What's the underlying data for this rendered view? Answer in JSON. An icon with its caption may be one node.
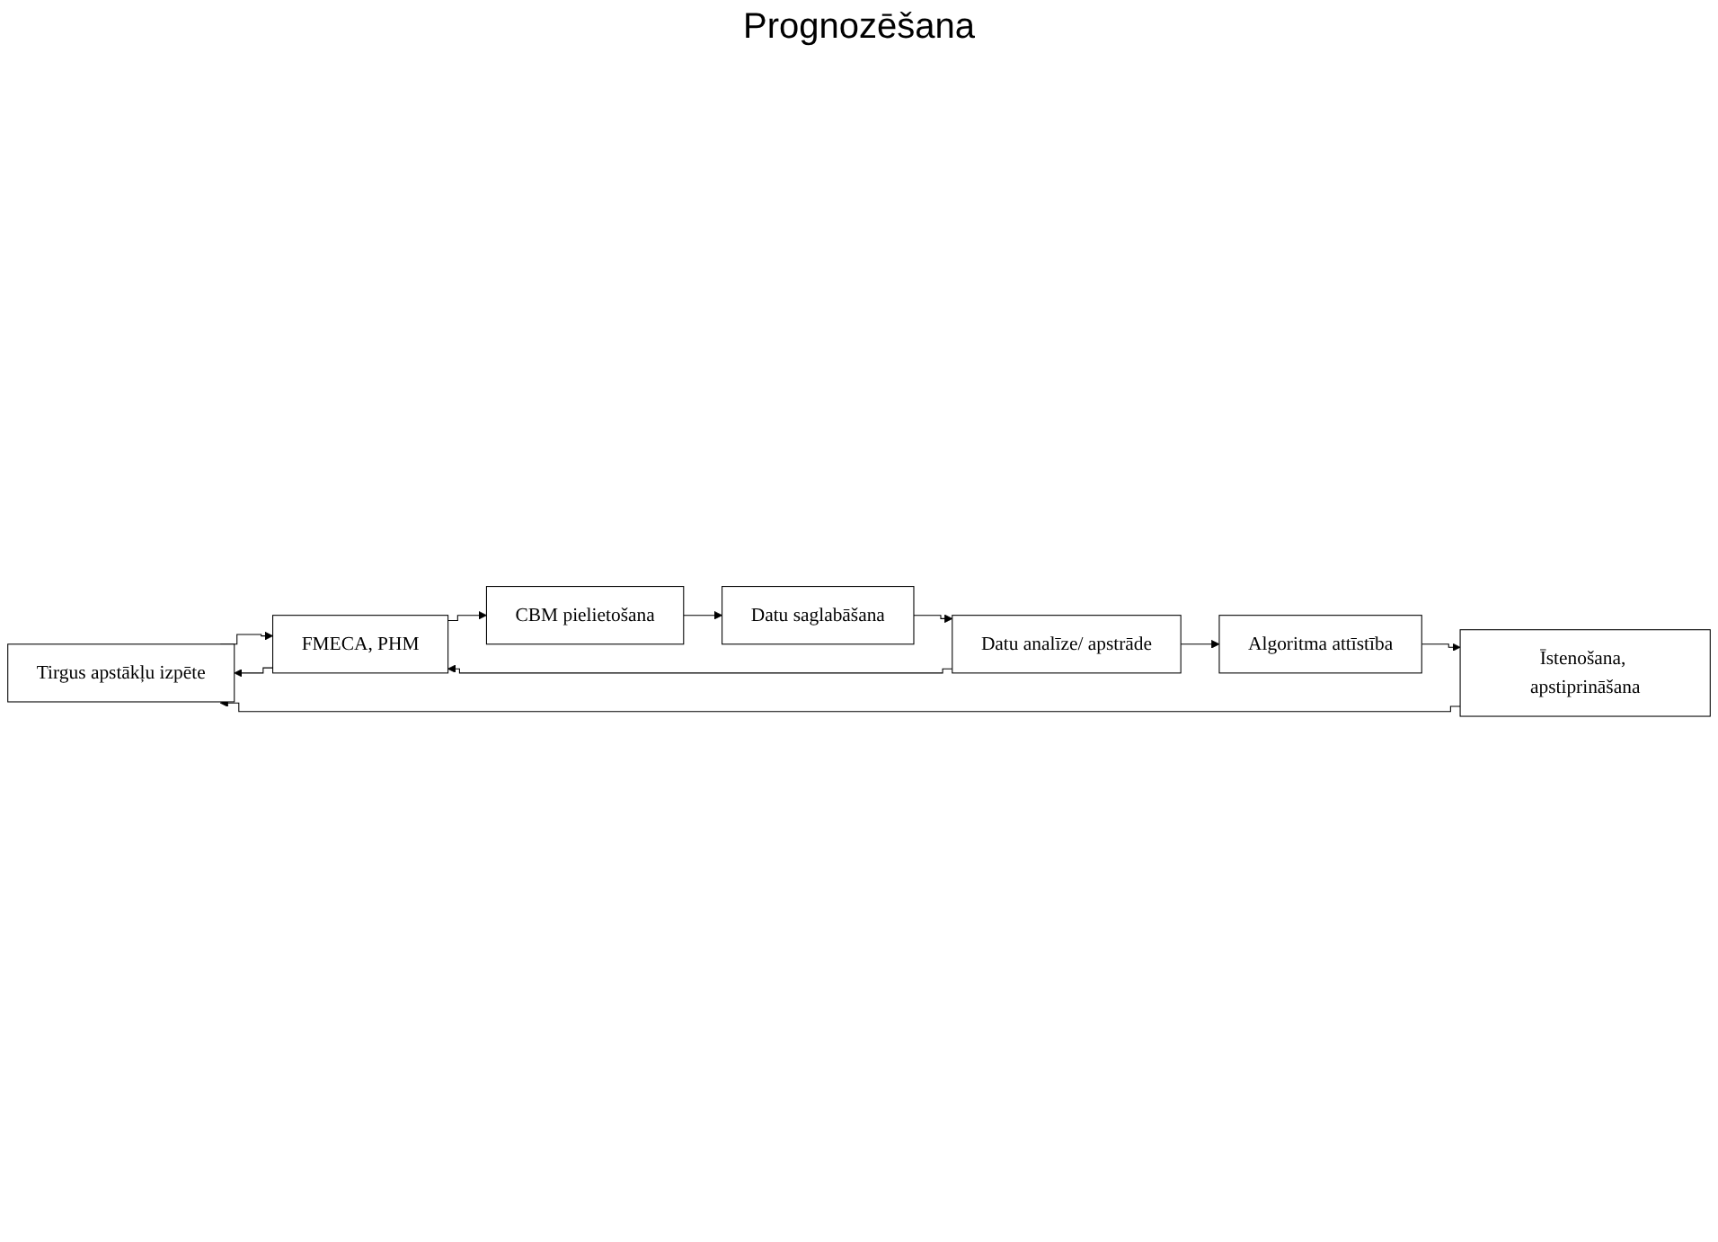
{
  "diagram": {
    "nodes": [
      {
        "text": [
          "Tirgus apstākļu izpēte"
        ]
      },
      {
        "text": [
          "FMECA, PHM"
        ]
      },
      {
        "text": [
          "CBM pielietošana"
        ]
      },
      {
        "text": [
          "Datu saglabāšana"
        ]
      },
      {
        "text": [
          "Datu analīze/ apstrāde"
        ]
      },
      {
        "text": [
          "Algoritma attīstība"
        ]
      },
      {
        "text": [
          "Īstenošana, apstiprināšana"
        ]
      }
    ],
    "edges": [
      {
        "from": 0,
        "to": 1,
        "arrow": "to"
      },
      {
        "from": 1,
        "to": 0,
        "arrow": "to"
      },
      {
        "from": 1,
        "to": 2,
        "arrow": "to"
      },
      {
        "from": 2,
        "to": 3,
        "arrow": "to"
      },
      {
        "from": 3,
        "to": 4,
        "arrow": "to"
      },
      {
        "from": 4,
        "to": 1,
        "arrow": "to"
      },
      {
        "from": 4,
        "to": 5,
        "arrow": "to"
      },
      {
        "from": 5,
        "to": 6,
        "arrow": "to"
      },
      {
        "from": 6,
        "to": 0,
        "arrow": "to"
      }
    ],
    "labels": [
      "Prognozēšana"
    ]
  }
}
